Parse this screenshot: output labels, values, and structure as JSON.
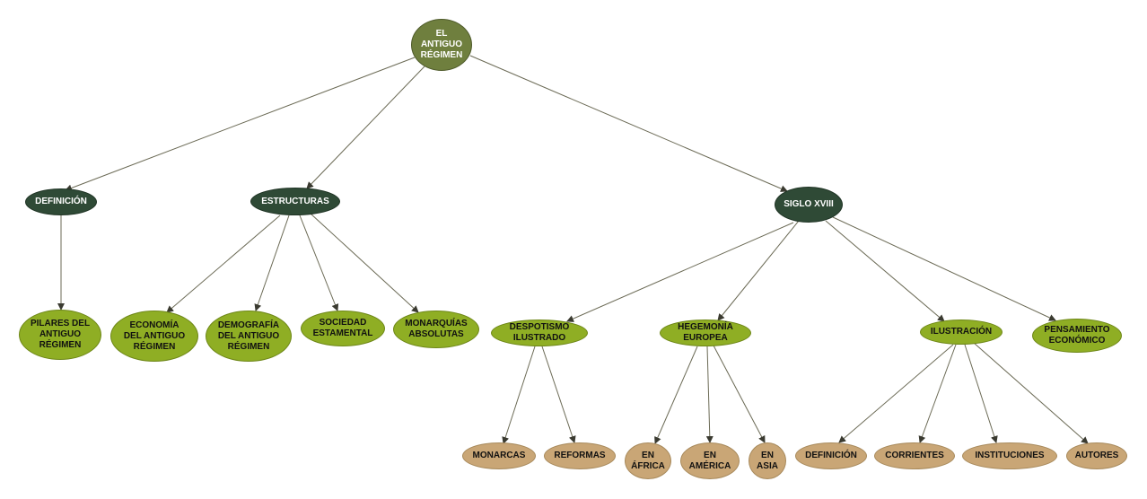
{
  "colors": {
    "root": "#6f7f3e",
    "level1": "#2f4a36",
    "level2": "#8fae24",
    "level3": "#c9a676",
    "edge": "#6b6a55"
  },
  "nodes": {
    "root": "EL\nANTIGUO\nRÉGIMEN",
    "definicion": "DEFINICIÓN",
    "estructuras": "ESTRUCTURAS",
    "siglo": "SIGLO XVIII",
    "pilares": "PILARES DEL\nANTIGUO\nRÉGIMEN",
    "economia": "ECONOMÍA\nDEL ANTIGUO\nRÉGIMEN",
    "demografia": "DEMOGRAFÍA\nDEL ANTIGUO\nRÉGIMEN",
    "sociedad": "SOCIEDAD\nESTAMENTAL",
    "monarquias": "MONARQUÍAS\nABSOLUTAS",
    "despotismo": "DESPOTISMO\nILUSTRADO",
    "hegemonia": "HEGEMONÍA\nEUROPEA",
    "ilustracion": "ILUSTRACIÓN",
    "pensamiento": "PENSAMIENTO\nECONÓMICO",
    "monarcas": "MONARCAS",
    "reformas": "REFORMAS",
    "africa": "EN\nÁFRICA",
    "america": "EN\nAMÉRICA",
    "asia": "EN\nASIA",
    "def2": "DEFINICIÓN",
    "corrientes": "CORRIENTES",
    "instituciones": "INSTITUCIONES",
    "autores": "AUTORES"
  }
}
